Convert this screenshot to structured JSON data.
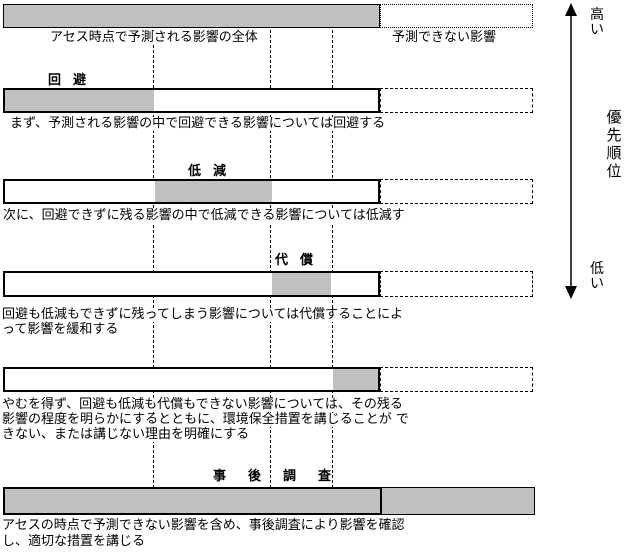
{
  "rows": [
    {
      "caption": "アセス時点で予測される影響の全体",
      "side_caption": "予測できない影響"
    },
    {
      "heading": "回避",
      "caption": "まず、予測される影響の中で回避できる影響については回避する"
    },
    {
      "heading": "低減",
      "caption": "次に、回避できずに残る影響の中で低減できる影響については低減す"
    },
    {
      "heading": "代償",
      "caption_lines": [
        "回避も低減もできずに残ってしまう影響については代償することによ",
        "って影響を緩和する"
      ]
    },
    {
      "caption_lines": [
        "やむを得ず、回避も低減も代償もできない影響については、その残る",
        "影響の程度を明らかにするとともに、環境保全措置を講じることが で",
        "きない、または講じない理由を明確にする"
      ]
    },
    {
      "heading": "事後調査",
      "caption_lines": [
        "アセスの時点で予測できない影響を含め、事後調査により影響を確認",
        "し、適切な措置を講じる"
      ]
    }
  ],
  "priority_axis": {
    "label": "優先順位",
    "high": "高い",
    "low": "低い"
  }
}
